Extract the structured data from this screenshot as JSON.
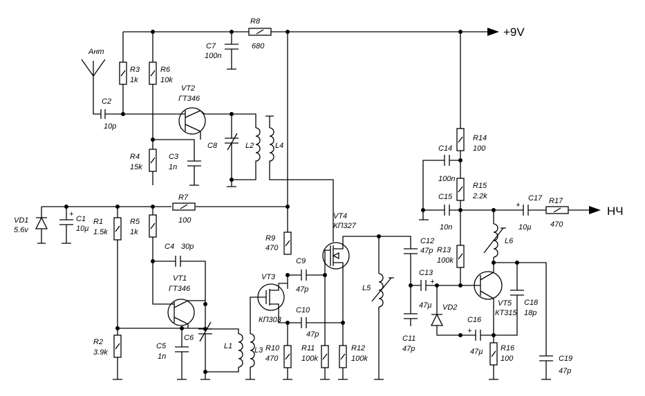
{
  "rails": {
    "supply_label": "+9V",
    "output_label": "НЧ",
    "antenna_label": "Ант"
  },
  "components": {
    "R8": {
      "ref": "R8",
      "value": "680"
    },
    "C7": {
      "ref": "C7",
      "value": "100n"
    },
    "R3": {
      "ref": "R3",
      "value": "1k"
    },
    "R6": {
      "ref": "R6",
      "value": "10k"
    },
    "VT2": {
      "ref": "VT2",
      "value": "ГТ346"
    },
    "C2": {
      "ref": "C2",
      "value": "10p"
    },
    "R4": {
      "ref": "R4",
      "value": "15k"
    },
    "C3": {
      "ref": "C3",
      "value": "1n"
    },
    "C8": {
      "ref": "C8",
      "value": ""
    },
    "L2": {
      "ref": "L2",
      "value": ""
    },
    "L4": {
      "ref": "L4",
      "value": ""
    },
    "R14": {
      "ref": "R14",
      "value": "100"
    },
    "C14": {
      "ref": "C14",
      "value": "100n"
    },
    "R15": {
      "ref": "R15",
      "value": "2.2k"
    },
    "C15": {
      "ref": "C15",
      "value": "10n"
    },
    "C17": {
      "ref": "C17",
      "value": "10µ"
    },
    "R17": {
      "ref": "R17",
      "value": "470"
    },
    "VD1": {
      "ref": "VD1",
      "value": "5.6v"
    },
    "C1": {
      "ref": "C1",
      "value": "10µ"
    },
    "R1": {
      "ref": "R1",
      "value": "1.5k"
    },
    "R5": {
      "ref": "R5",
      "value": "1k"
    },
    "R7": {
      "ref": "R7",
      "value": "100"
    },
    "C4": {
      "ref": "C4",
      "value": "30p"
    },
    "VT1": {
      "ref": "VT1",
      "value": "ГТ346"
    },
    "R2": {
      "ref": "R2",
      "value": "3.9k"
    },
    "C5": {
      "ref": "C5",
      "value": "1n"
    },
    "C6": {
      "ref": "C6",
      "value": ""
    },
    "L1": {
      "ref": "L1",
      "value": ""
    },
    "L3": {
      "ref": "L3",
      "value": ""
    },
    "R9": {
      "ref": "R9",
      "value": "470"
    },
    "C9": {
      "ref": "C9",
      "value": "47p"
    },
    "VT3": {
      "ref": "VT3",
      "value": "КП303"
    },
    "C10": {
      "ref": "C10",
      "value": "47p"
    },
    "R10": {
      "ref": "R10",
      "value": "470"
    },
    "R11": {
      "ref": "R11",
      "value": "100k"
    },
    "R12": {
      "ref": "R12",
      "value": "100k"
    },
    "VT4": {
      "ref": "VT4",
      "value": "КП327"
    },
    "C12": {
      "ref": "C12",
      "value": "47p"
    },
    "L5": {
      "ref": "L5",
      "value": ""
    },
    "C11": {
      "ref": "C11",
      "value": "47p"
    },
    "C13": {
      "ref": "C13",
      "value": "47µ"
    },
    "VD2": {
      "ref": "VD2",
      "value": ""
    },
    "R13": {
      "ref": "R13",
      "value": "100k"
    },
    "L6": {
      "ref": "L6",
      "value": ""
    },
    "VT5": {
      "ref": "VT5",
      "value": "КТ315"
    },
    "C18": {
      "ref": "C18",
      "value": "18p"
    },
    "C16": {
      "ref": "C16",
      "value": "47µ"
    },
    "R16": {
      "ref": "R16",
      "value": "100"
    },
    "C19": {
      "ref": "C19",
      "value": "47p"
    }
  }
}
